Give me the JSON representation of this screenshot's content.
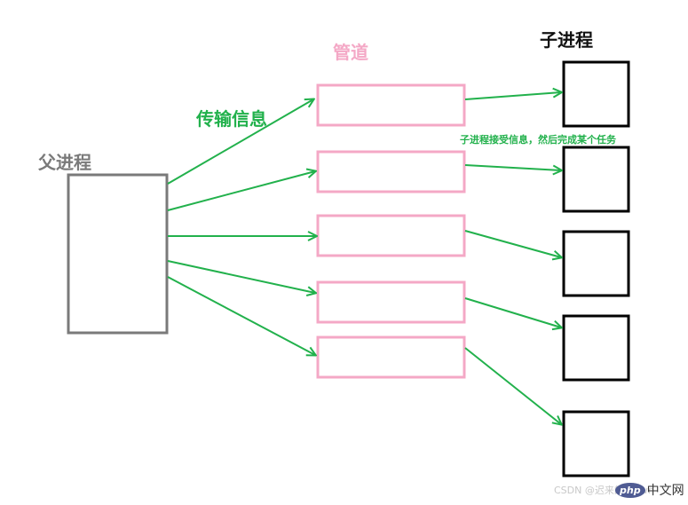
{
  "labels": {
    "parent": "父进程",
    "pipe": "管道",
    "transfer": "传输信息",
    "child": "子进程",
    "child_task": "子进程接受信息，然后完成某个任务"
  },
  "watermark": "CSDN @迟来的grown",
  "logo": {
    "php": "php",
    "text": "中文网"
  },
  "colors": {
    "parent_box": "#7a7a7a",
    "pipe_box": "#f4a8c6",
    "child_box": "#000000",
    "arrow": "#22b14c",
    "parent_label": "#7a7a7a",
    "pipe_label": "#f4a8c6",
    "transfer_label": "#22b14c",
    "child_label": "#111111"
  },
  "counts": {
    "pipes": 5,
    "children": 5
  }
}
